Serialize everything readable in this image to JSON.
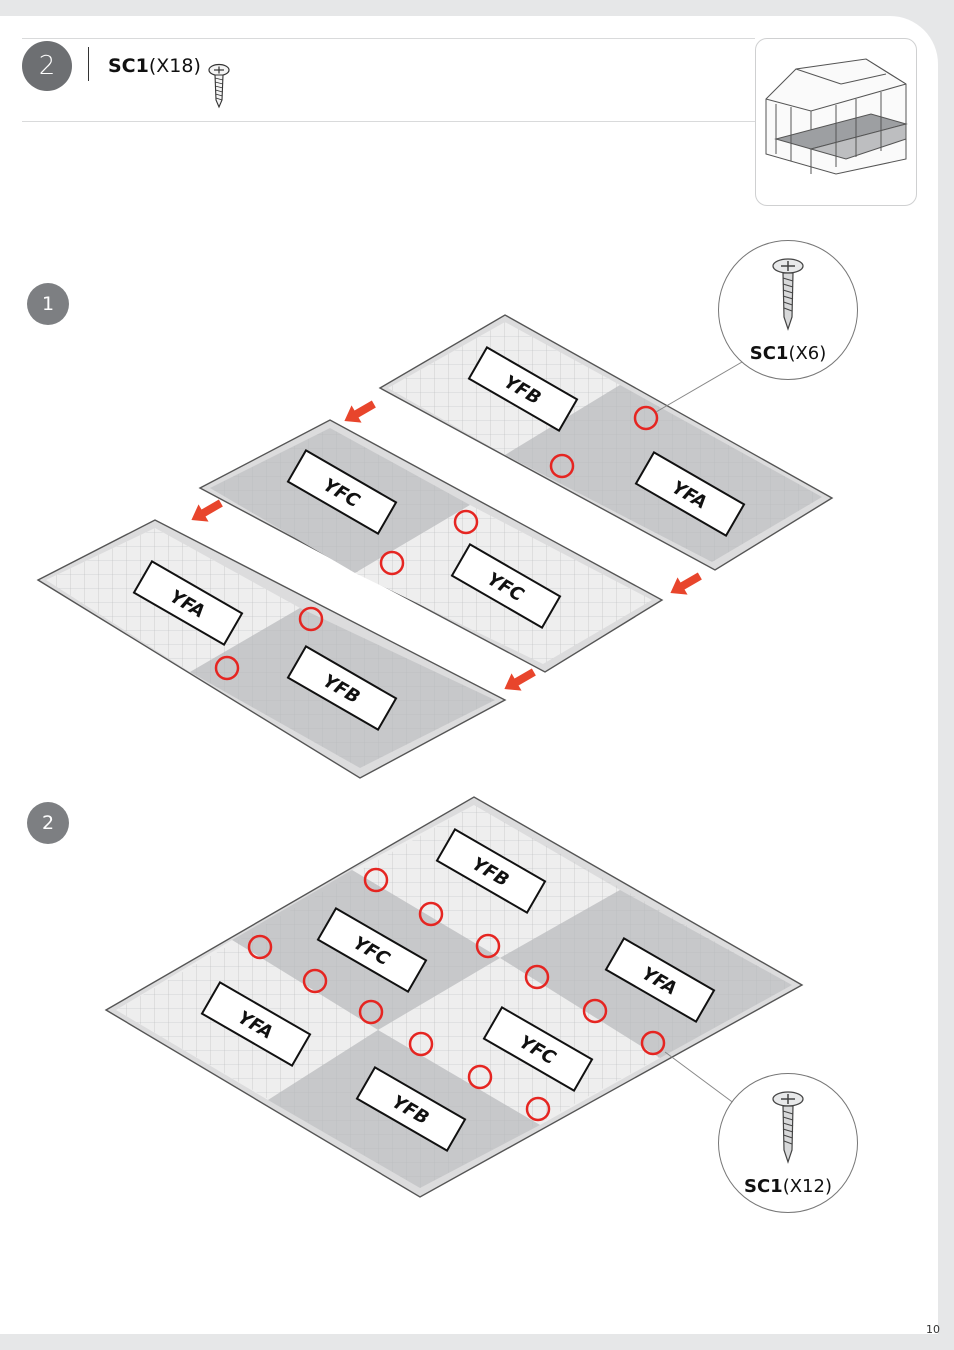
{
  "header": {
    "step_number": "2",
    "part_code": "SC1",
    "part_qty": "(X18)"
  },
  "sub_steps": [
    {
      "number": "1",
      "callout": {
        "part_code": "SC1",
        "part_qty": "(X6)"
      },
      "panels": [
        "YFB",
        "YFA",
        "YFC",
        "YFC",
        "YFA",
        "YFB"
      ]
    },
    {
      "number": "2",
      "callout": {
        "part_code": "SC1",
        "part_qty": "(X12)"
      },
      "panels": [
        "YFB",
        "YFC",
        "YFA",
        "YFA",
        "YFC",
        "YFB"
      ]
    }
  ],
  "page_number": "10",
  "colors": {
    "highlight_circle": "#e52521",
    "arrow": "#e8452c",
    "step_circle": "#7d7f82",
    "panel_dark": "#c7c8ca",
    "panel_light": "#eeeeee"
  }
}
